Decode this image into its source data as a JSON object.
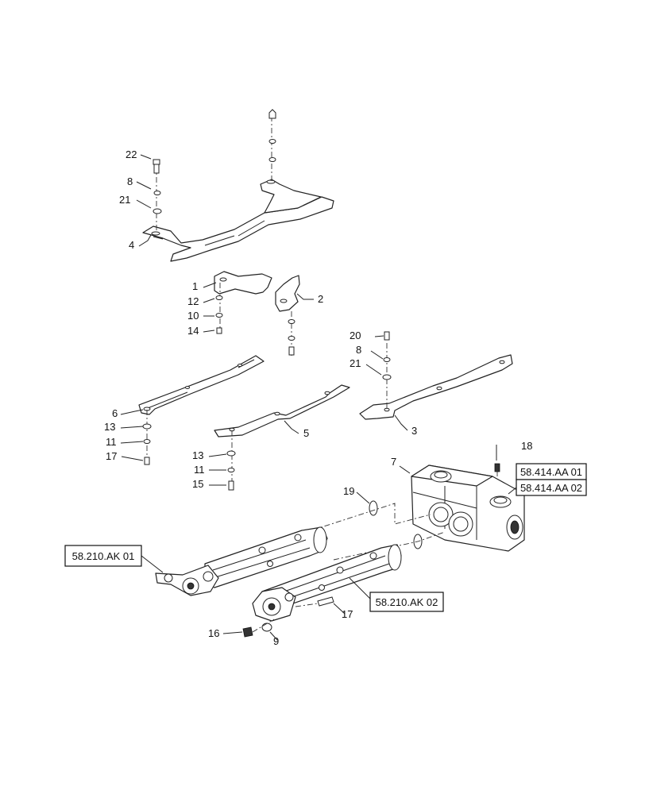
{
  "callouts": [
    {
      "id": "c1",
      "text": "1"
    },
    {
      "id": "c2",
      "text": "2"
    },
    {
      "id": "c3",
      "text": "3"
    },
    {
      "id": "c4",
      "text": "4"
    },
    {
      "id": "c5",
      "text": "5"
    },
    {
      "id": "c6",
      "text": "6"
    },
    {
      "id": "c7",
      "text": "7"
    },
    {
      "id": "c8a",
      "text": "8"
    },
    {
      "id": "c8b",
      "text": "8"
    },
    {
      "id": "c9",
      "text": "9"
    },
    {
      "id": "c10",
      "text": "10"
    },
    {
      "id": "c11a",
      "text": "11"
    },
    {
      "id": "c11b",
      "text": "11"
    },
    {
      "id": "c12",
      "text": "12"
    },
    {
      "id": "c13a",
      "text": "13"
    },
    {
      "id": "c13b",
      "text": "13"
    },
    {
      "id": "c14",
      "text": "14"
    },
    {
      "id": "c15",
      "text": "15"
    },
    {
      "id": "c16",
      "text": "16"
    },
    {
      "id": "c17a",
      "text": "17"
    },
    {
      "id": "c17b",
      "text": "17"
    },
    {
      "id": "c18",
      "text": "18"
    },
    {
      "id": "c19",
      "text": "19"
    },
    {
      "id": "c20",
      "text": "20"
    },
    {
      "id": "c21a",
      "text": "21"
    },
    {
      "id": "c21b",
      "text": "21"
    },
    {
      "id": "c22",
      "text": "22"
    }
  ],
  "references": [
    {
      "id": "r1",
      "text": "58.414.AA 01"
    },
    {
      "id": "r2",
      "text": "58.414.AA 02"
    },
    {
      "id": "r3",
      "text": "58.210.AK 01"
    },
    {
      "id": "r4",
      "text": "58.210.AK 02"
    }
  ]
}
